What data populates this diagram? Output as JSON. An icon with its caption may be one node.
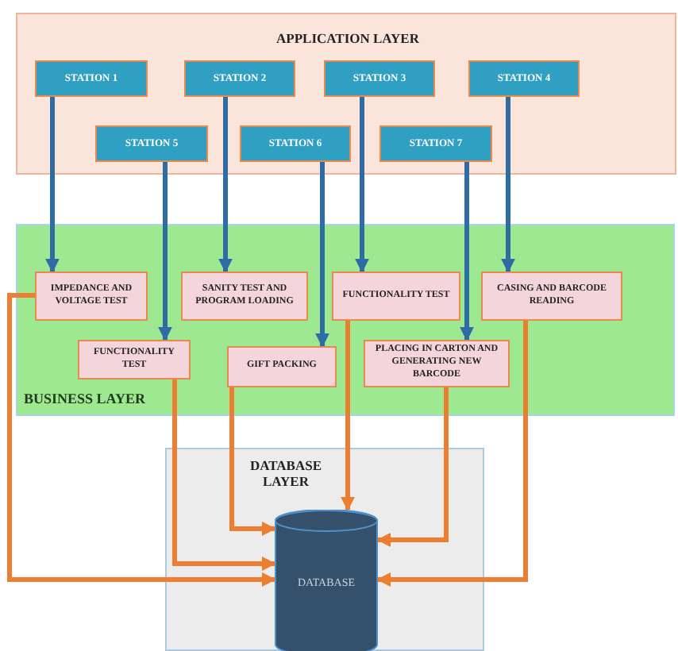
{
  "diagram": {
    "nodes": [
      {
        "text": [
          "APPLICATION LAYER"
        ]
      },
      {
        "text": [
          "STATION 1"
        ],
        "in": 0
      },
      {
        "text": [
          "STATION 2"
        ],
        "in": 0
      },
      {
        "text": [
          "STATION 3"
        ],
        "in": 0
      },
      {
        "text": [
          "STATION 4"
        ],
        "in": 0
      },
      {
        "text": [
          "STATION 5"
        ],
        "in": 0
      },
      {
        "text": [
          "STATION 6"
        ],
        "in": 0
      },
      {
        "text": [
          "STATION 7"
        ],
        "in": 0
      },
      {
        "text": [
          "BUSINESS LAYER"
        ]
      },
      {
        "text": [
          "IMPEDANCE AND VOLTAGE TEST"
        ],
        "in": 8
      },
      {
        "text": [
          "SANITY TEST AND PROGRAM LOADING"
        ],
        "in": 8
      },
      {
        "text": [
          "FUNCTIONALITY TEST"
        ],
        "in": 8
      },
      {
        "text": [
          "CASING AND BARCODE READING"
        ],
        "in": 8
      },
      {
        "text": [
          "FUNCTIONALITY TEST"
        ],
        "in": 8
      },
      {
        "text": [
          "GIFT PACKING"
        ],
        "in": 8
      },
      {
        "text": [
          "PLACING IN CARTON AND GENERATING NEW BARCODE"
        ],
        "in": 8
      },
      {
        "text": [
          "DATABASE LAYER"
        ]
      },
      {
        "text": [
          "DATABASE"
        ],
        "in": 16
      }
    ],
    "edges": [
      {
        "from": 1,
        "to": 9,
        "arrow": "to"
      },
      {
        "from": 5,
        "to": 13,
        "arrow": "to"
      },
      {
        "from": 2,
        "to": 10,
        "arrow": "to"
      },
      {
        "from": 6,
        "to": 14,
        "arrow": "to"
      },
      {
        "from": 3,
        "to": 11,
        "arrow": "to"
      },
      {
        "from": 7,
        "to": 15,
        "arrow": "to"
      },
      {
        "from": 4,
        "to": 12,
        "arrow": "to"
      },
      {
        "from": 9,
        "to": 17,
        "arrow": "to",
        "color": "#ed7d31"
      },
      {
        "from": 13,
        "to": 17,
        "arrow": "to",
        "color": "#ed7d31"
      },
      {
        "from": 14,
        "to": 17,
        "arrow": "to",
        "color": "#ed7d31"
      },
      {
        "from": 11,
        "to": 17,
        "arrow": "to",
        "color": "#ed7d31"
      },
      {
        "from": 15,
        "to": 17,
        "arrow": "to",
        "color": "#ed7d31"
      },
      {
        "from": 12,
        "to": 17,
        "arrow": "to",
        "color": "#ed7d31"
      }
    ]
  }
}
